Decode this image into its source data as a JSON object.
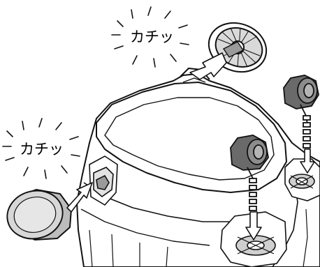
{
  "labels": {
    "click_top": "カチッ",
    "click_left": "カチッ"
  },
  "colors": {
    "line": "#111111",
    "body_fill": "#ffffff",
    "wheel_dark": "#6a6a6a",
    "wheel_mid": "#8c8c8c",
    "wheel_light": "#b4b4b4",
    "rear_wheel_fill": "#d7d7d7",
    "arrow": "#222222"
  },
  "icons": {
    "rear_wheel_left": "large-rear-wheel",
    "rear_wheel_top": "large-rear-wheel-back-side",
    "caster_right": "caster-wheel",
    "caster_center": "caster-wheel"
  }
}
